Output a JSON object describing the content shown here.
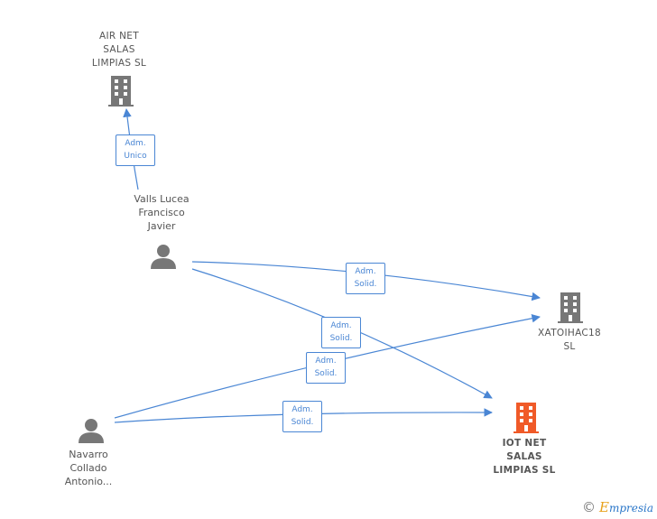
{
  "nodes": {
    "air_net": {
      "label": "AIR NET\nSALAS\nLIMPIAS SL",
      "type": "company"
    },
    "valls": {
      "label": "Valls Lucea\nFrancisco\nJavier",
      "type": "person"
    },
    "xatoihac": {
      "label": "XATOIHAC18\nSL",
      "type": "company"
    },
    "iot_net": {
      "label": "IOT NET\nSALAS\nLIMPIAS  SL",
      "type": "company-focus"
    },
    "navarro": {
      "label": "Navarro\nCollado\nAntonio...",
      "type": "person"
    }
  },
  "edges": [
    {
      "from": "valls",
      "to": "air_net",
      "label_line1": "Adm.",
      "label_line2": "Unico"
    },
    {
      "from": "valls",
      "to": "xatoihac",
      "label_line1": "Adm.",
      "label_line2": "Solid."
    },
    {
      "from": "valls",
      "to": "iot_net",
      "label_line1": "Adm.",
      "label_line2": "Solid."
    },
    {
      "from": "navarro",
      "to": "xatoihac",
      "label_line1": "Adm.",
      "label_line2": "Solid."
    },
    {
      "from": "navarro",
      "to": "iot_net",
      "label_line1": "Adm.",
      "label_line2": "Solid."
    }
  ],
  "colors": {
    "edge": "#4a86d4",
    "company": "#777777",
    "person": "#777777",
    "focus": "#f05a28"
  },
  "footer": {
    "copyright": "©",
    "brand_first": "E",
    "brand_rest": "mpresia"
  }
}
